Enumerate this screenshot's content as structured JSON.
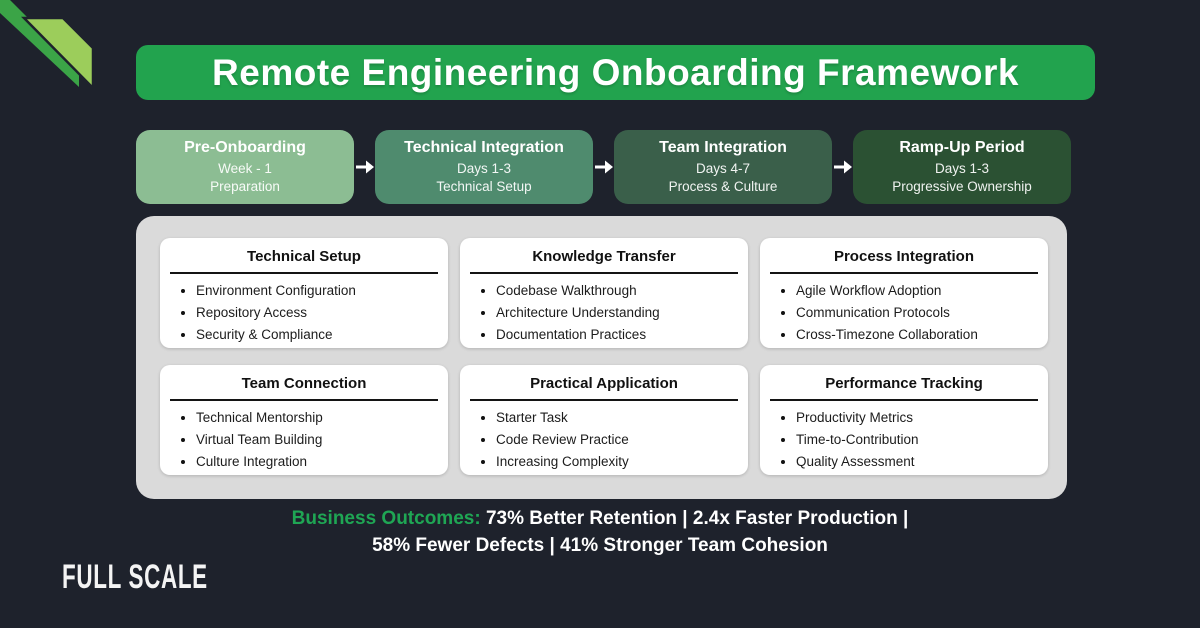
{
  "page": {
    "background": "#1e222c"
  },
  "brand": {
    "logo_text": "FULL SCALE",
    "ribbon_dark": "#3ba447",
    "ribbon_light": "#9ccd5b",
    "outline": "#1e222c"
  },
  "header": {
    "title": "Remote Engineering Onboarding Framework",
    "background": "#22a34e"
  },
  "stages": [
    {
      "title": "Pre-Onboarding",
      "line1": "Week - 1",
      "line2": "Preparation",
      "color": "#8cbd93"
    },
    {
      "title": "Technical Integration",
      "line1": "Days 1-3",
      "line2": "Technical Setup",
      "color": "#4f8b6e"
    },
    {
      "title": "Team Integration",
      "line1": "Days 4-7",
      "line2": "Process & Culture",
      "color": "#3a5f4a"
    },
    {
      "title": "Ramp-Up Period",
      "line1": "Days 1-3",
      "line2": "Progressive Ownership",
      "color": "#2b5133"
    }
  ],
  "cards": [
    {
      "title": "Technical Setup",
      "bullets": [
        "Environment Configuration",
        "Repository Access",
        "Security & Compliance"
      ]
    },
    {
      "title": "Knowledge Transfer",
      "bullets": [
        "Codebase Walkthrough",
        "Architecture Understanding",
        "Documentation Practices"
      ]
    },
    {
      "title": "Process Integration",
      "bullets": [
        "Agile Workflow Adoption",
        "Communication Protocols",
        "Cross-Timezone Collaboration"
      ]
    },
    {
      "title": "Team Connection",
      "bullets": [
        "Technical Mentorship",
        "Virtual Team Building",
        "Culture Integration"
      ]
    },
    {
      "title": "Practical Application",
      "bullets": [
        "Starter Task",
        "Code Review Practice",
        "Increasing Complexity"
      ]
    },
    {
      "title": "Performance Tracking",
      "bullets": [
        "Productivity Metrics",
        "Time-to-Contribution",
        "Quality Assessment"
      ]
    }
  ],
  "outcomes": {
    "label": "Business Outcomes:",
    "label_color": "#1fa654",
    "line1": "73% Better Retention | 2.4x Faster Production |",
    "line2": "58% Fewer Defects | 41% Stronger Team Cohesion"
  }
}
